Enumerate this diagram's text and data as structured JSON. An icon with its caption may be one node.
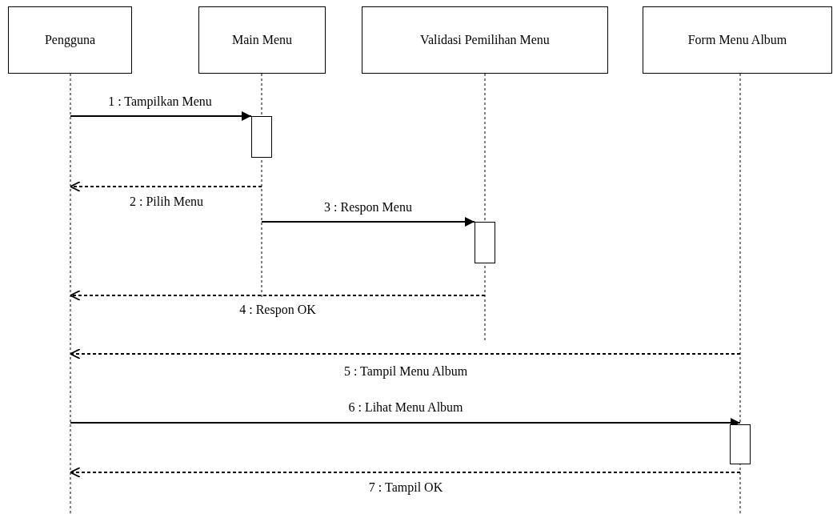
{
  "diagram": {
    "nodes": [
      {
        "text": [
          "Pengguna"
        ]
      },
      {
        "text": [
          "Main Menu"
        ]
      },
      {
        "text": [
          "Validasi Pemilihan Menu"
        ]
      },
      {
        "text": [
          "Form Menu Album"
        ]
      }
    ],
    "edges": [
      {
        "from": 0,
        "to": 1,
        "arrow": "to",
        "label": "1 : Tampilkan Menu"
      },
      {
        "from": 1,
        "to": 0,
        "arrow": "to",
        "label": "2 : Pilih Menu",
        "style": "dashed"
      },
      {
        "from": 1,
        "to": 2,
        "arrow": "to",
        "label": "3 : Respon Menu"
      },
      {
        "from": 2,
        "to": 0,
        "arrow": "to",
        "label": "4 : Respon OK",
        "style": "dashed"
      },
      {
        "from": 3,
        "to": 0,
        "arrow": "to",
        "label": "5 : Tampil Menu Album",
        "style": "dashed"
      },
      {
        "from": 0,
        "to": 3,
        "arrow": "to",
        "label": "6 : Lihat Menu Album"
      },
      {
        "from": 3,
        "to": 0,
        "arrow": "to",
        "label": "7 : Tampil OK",
        "style": "dashed"
      }
    ]
  }
}
